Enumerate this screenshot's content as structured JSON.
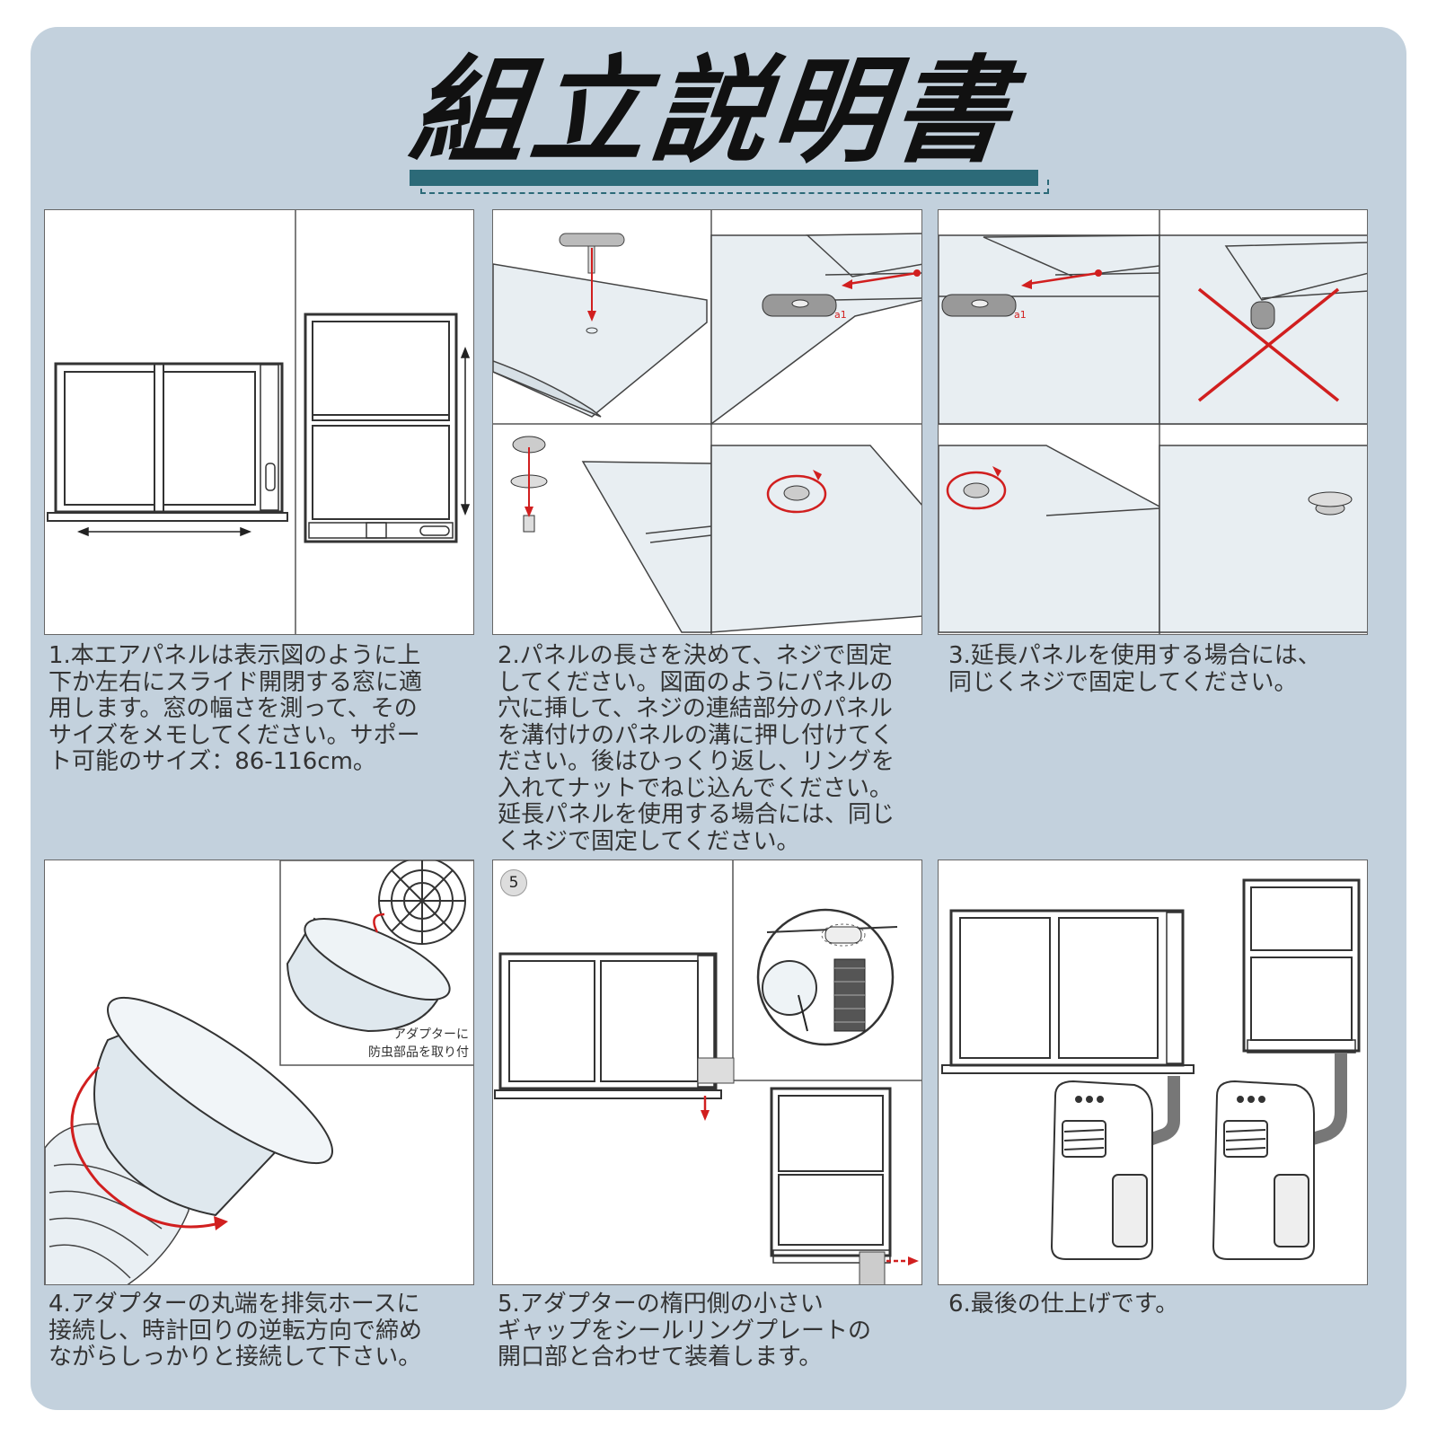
{
  "title": "組立説明書",
  "captions": {
    "step1": "1.本エアパネルは表示図のように上\n下か左右にスライド開閉する窓に適\n用します。窓の幅さを測って、その\nサイズをメモしてください。サポー\nト可能のサイズ：86-116cm。",
    "step2": "2.パネルの長さを決めて、ネジで固定\nしてください。図面のようにパネルの\n穴に挿して、ネジの連結部分のパネル\nを溝付けのパネルの溝に押し付けてく\nださい。後はひっくり返し、リングを\n入れてナットでねじ込んでください。\n延長パネルを使用する場合には、同じ\nくネジで固定してください。",
    "step3": "3.延長パネルを使用する場合には、\n同じくネジで固定してください。",
    "step4": "4.アダプターの丸端を排気ホースに\n接続し、時計回りの逆転方向で締め\nながらしっかりと接続して下さい。",
    "step5": "5.アダプターの楕円側の小さい\nギャップをシールリングプレートの\n開口部と合わせて装着します。",
    "step6": "6.最後の仕上げです。"
  },
  "inset_note": {
    "line1": "アダプターに",
    "line2": "防虫部品を取り付"
  },
  "step5_badge": "5",
  "marker_labels": {
    "a1": "a1",
    "a2": "a1"
  },
  "colors": {
    "card_background": "#c3d1dd",
    "title_bar": "#2c6a78",
    "arrow_red": "#d11f1f",
    "line": "#333333"
  }
}
